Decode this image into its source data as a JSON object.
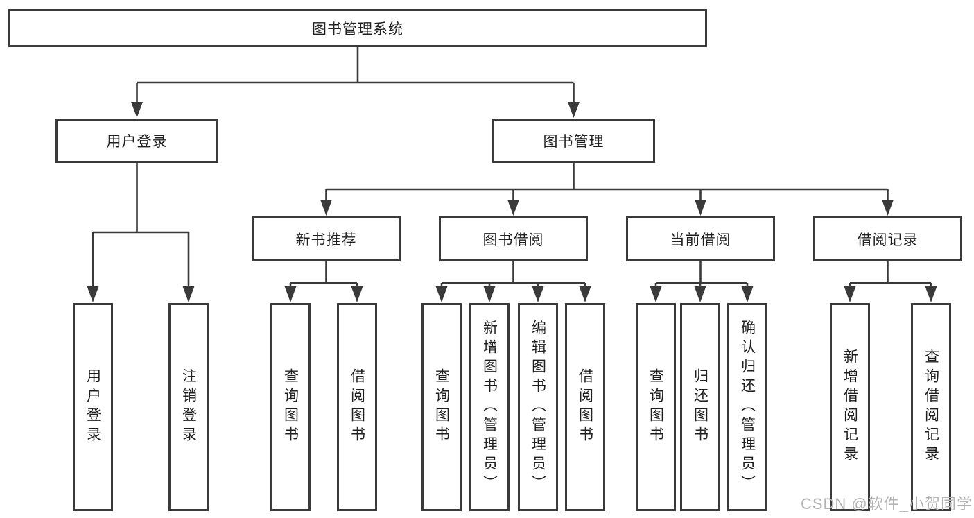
{
  "diagram": {
    "watermark": "CSDN @软件_小贺同学",
    "colors": {
      "line": "#3a3a3a",
      "box_border": "#3a3a3a",
      "box_background": "#ffffff",
      "text": "#1f1f1f",
      "watermark": "#b3b3b3"
    },
    "tree": {
      "label": "图书管理系统",
      "children": [
        {
          "label": "用户登录",
          "children": [
            {
              "label": "用户登录"
            },
            {
              "label": "注销登录"
            }
          ]
        },
        {
          "label": "图书管理",
          "children": [
            {
              "label": "新书推荐",
              "children": [
                {
                  "label": "查询图书"
                },
                {
                  "label": "借阅图书"
                }
              ]
            },
            {
              "label": "图书借阅",
              "children": [
                {
                  "label": "查询图书"
                },
                {
                  "label": "新增图书（管理员）"
                },
                {
                  "label": "编辑图书（管理员）"
                },
                {
                  "label": "借阅图书"
                }
              ]
            },
            {
              "label": "当前借阅",
              "children": [
                {
                  "label": "查询图书"
                },
                {
                  "label": "归还图书"
                },
                {
                  "label": "确认归还（管理员）"
                }
              ]
            },
            {
              "label": "借阅记录",
              "children": [
                {
                  "label": "新增借阅记录"
                },
                {
                  "label": "查询借阅记录"
                }
              ]
            }
          ]
        }
      ]
    }
  }
}
